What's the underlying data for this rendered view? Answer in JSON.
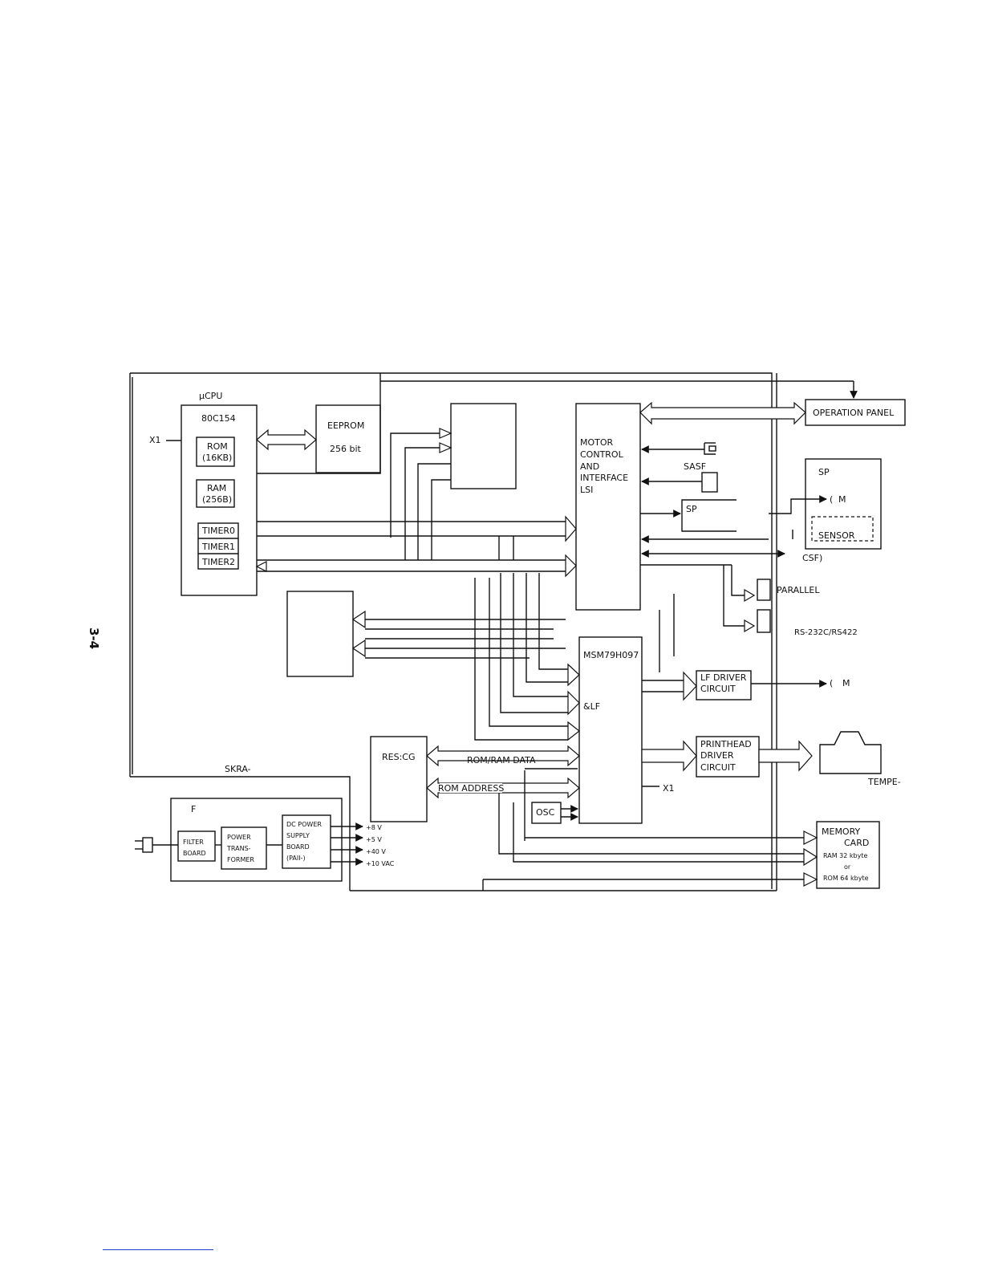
{
  "page_number": "3-4",
  "cpu": {
    "title": "µCPU",
    "model": "80C154",
    "rom": [
      "ROM",
      "(16KB)"
    ],
    "ram": [
      "RAM",
      "(256B)"
    ],
    "timers": [
      "TIMER0",
      "TIMER1",
      "TIMER2"
    ],
    "clock_input": "X1"
  },
  "eeprom": {
    "line1": "EEPROM",
    "line2": "256 bit"
  },
  "motor_lsi": [
    "MOTOR",
    "CONTROL",
    "AND",
    "INTERFACE",
    "LSI"
  ],
  "sasf": "SASF",
  "sp_inner": "SP",
  "sp_unit": {
    "title": "SP",
    "motor": "M",
    "sensor": "SENSOR",
    "label": "CSF)"
  },
  "operation_panel": "OPERATION PANEL",
  "parallel": "PARALLEL",
  "serial": "RS-232C/RS422",
  "gate_array": {
    "model": "MSM79H097",
    "sub": "&LF",
    "clock": "X1"
  },
  "lf_driver": [
    "LF DRIVER",
    "CIRCUIT"
  ],
  "lf_motor": "M",
  "printhead_driver": [
    "PRINTHEAD",
    "DRIVER",
    "CIRCUIT"
  ],
  "temp_label": "TEMPE-",
  "res_cg": "RES:CG",
  "rom_ram_data": "ROM/RAM DATA",
  "rom_address": "ROM ADDRESS",
  "osc": "OSC",
  "memory_card": {
    "title": "MEMORY",
    "sub": "CARD",
    "ram": "RAM 32 kbyte",
    "or": "or",
    "rom": "ROM 64 kbyte"
  },
  "skra": "SKRA-",
  "power_section": {
    "label": "F",
    "filter": [
      "FILTER",
      "BOARD"
    ],
    "transformer": [
      "POWER",
      "TRANS-",
      "FORMER"
    ],
    "dc_power": [
      "DC POWER",
      "SUPPLY",
      "BOARD",
      "(PAII-)"
    ],
    "outputs": [
      "+8 V",
      "+5 V",
      "+40 V",
      "+10 VAC"
    ]
  }
}
